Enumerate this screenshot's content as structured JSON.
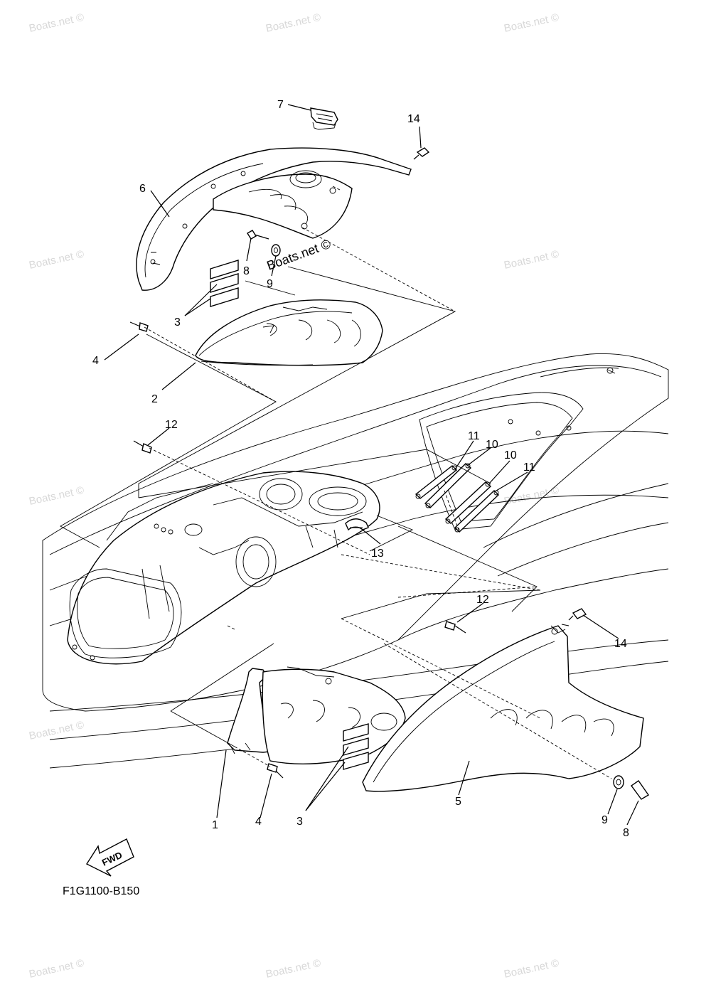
{
  "diagram": {
    "code": "F1G1100-B150",
    "fwd_label": "FWD",
    "watermark": "Boats.net ©",
    "callouts": {
      "c1": "1",
      "c2": "2",
      "c3a": "3",
      "c3b": "3",
      "c4a": "4",
      "c4b": "4",
      "c5": "5",
      "c6": "6",
      "c7": "7",
      "c8a": "8",
      "c8b": "8",
      "c9a": "9",
      "c9b": "9",
      "c10a": "10",
      "c10b": "10",
      "c11a": "11",
      "c11b": "11",
      "c12a": "12",
      "c12b": "12",
      "c13": "13",
      "c14a": "14",
      "c14b": "14"
    }
  }
}
